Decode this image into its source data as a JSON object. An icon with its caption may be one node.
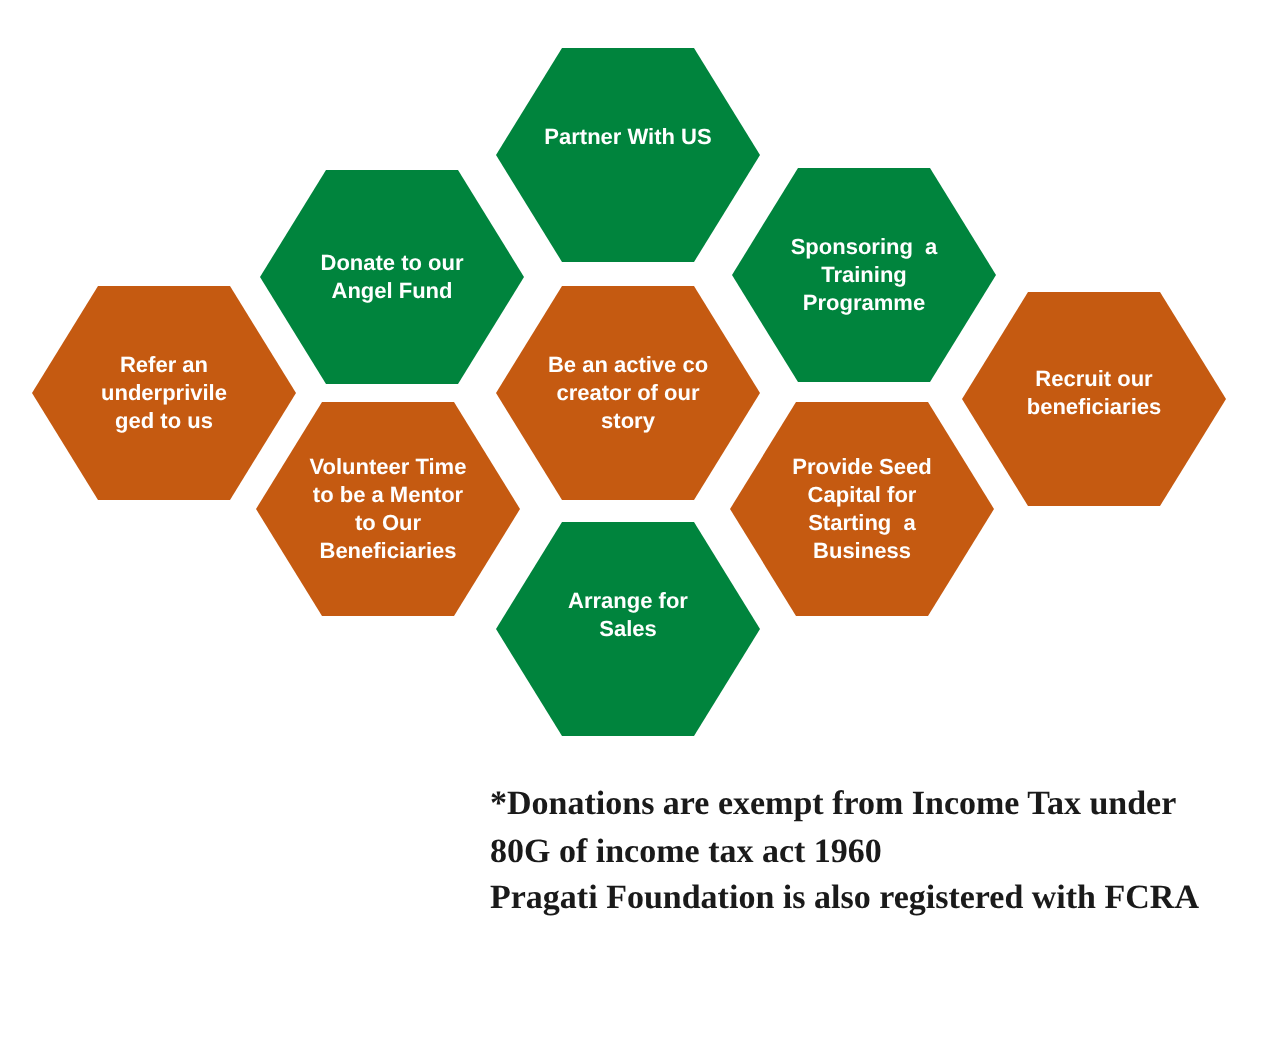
{
  "diagram": {
    "nodes": [
      {
        "text": [
          "Partner With US"
        ]
      },
      {
        "text": [
          "Donate to our Angel Fund"
        ]
      },
      {
        "text": [
          "Sponsoring  a Training Programme"
        ]
      },
      {
        "text": [
          "Refer an underprivile ged to us"
        ]
      },
      {
        "text": [
          "Be an active co creator of our story"
        ]
      },
      {
        "text": [
          "Recruit our beneficiaries"
        ]
      },
      {
        "text": [
          "Volunteer Time to be a Mentor to Our Beneficiaries"
        ]
      },
      {
        "text": [
          "Provide Seed Capital for Starting  a  Business"
        ]
      },
      {
        "text": [
          "Arrange for Sales"
        ]
      }
    ],
    "labels": [
      "*Donations are exempt from Income Tax under 80G of income tax act 1960",
      "Pragati Foundation is also registered with FCRA"
    ]
  }
}
